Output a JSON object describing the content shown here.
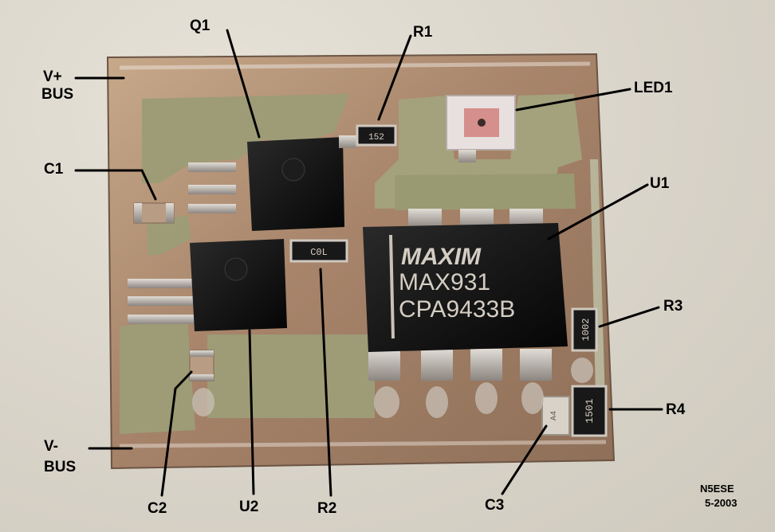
{
  "component_labels": {
    "q1": "Q1",
    "r1": "R1",
    "led1": "LED1",
    "c1": "C1",
    "u1": "U1",
    "r3": "R3",
    "r4": "R4",
    "vplus": "V+",
    "vplus_bus": "BUS",
    "vminus": "V-",
    "vminus_bus": "BUS",
    "c2": "C2",
    "u2": "U2",
    "r2": "R2",
    "c3": "C3"
  },
  "chip_markings": {
    "brand": "MAXIM",
    "part": "MAX931",
    "lot": "CPA9433B"
  },
  "resistor_codes": {
    "r1": "152",
    "r2": "C0L",
    "r3": "1002",
    "r4": "1501",
    "c3": "A4"
  },
  "credit": {
    "callsign": "N5ESE",
    "date": "5-2003"
  },
  "colors": {
    "board_copper": "#b3936f",
    "substrate": "#9a9a72",
    "component_black": "#111111",
    "label_text": "#000000"
  }
}
